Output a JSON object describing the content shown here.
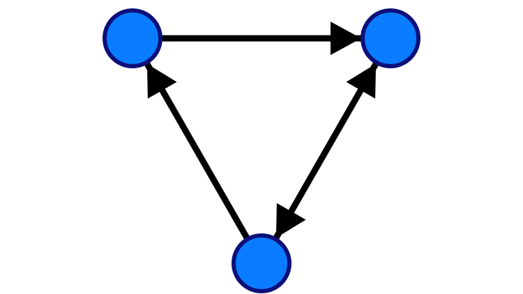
{
  "diagram": {
    "type": "directed-graph",
    "colors": {
      "background": "#ffffff",
      "node_fill": "#0a7cff",
      "node_stroke": "#0d0f7a",
      "edge": "#000000"
    },
    "nodes": [
      {
        "id": "top-left",
        "label": ""
      },
      {
        "id": "top-right",
        "label": ""
      },
      {
        "id": "bottom",
        "label": ""
      }
    ],
    "edges": [
      {
        "id": "top-left-to-top-right",
        "from": "top-left",
        "to": "top-right",
        "bidirectional": false
      },
      {
        "id": "bottom-to-top-left",
        "from": "bottom",
        "to": "top-left",
        "bidirectional": false
      },
      {
        "id": "top-right-bottom",
        "from": "top-right",
        "to": "bottom",
        "bidirectional": true
      }
    ]
  }
}
